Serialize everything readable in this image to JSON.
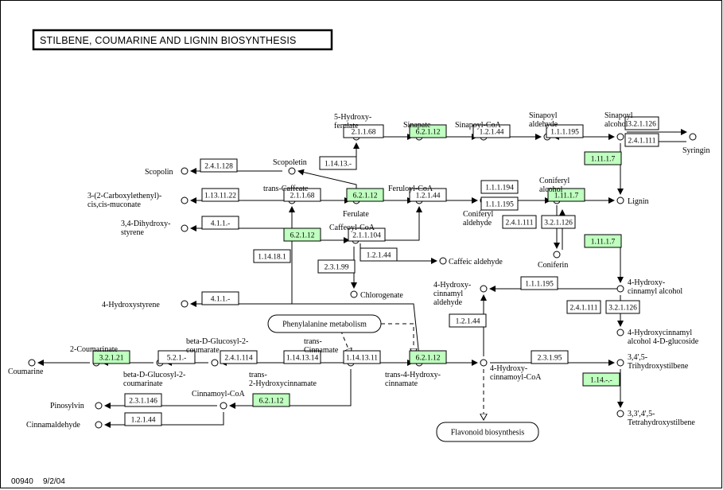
{
  "title": "STILBENE, COUMARINE AND LIGNIN BIOSYNTHESIS",
  "footer": {
    "map_id": "00940",
    "date": "9/2/04"
  },
  "colors": {
    "present_enzyme": "#bfffbf",
    "absent_enzyme": "#ffffff",
    "line": "#000000"
  },
  "enzymes": [
    {
      "id": "e_21168a",
      "label": "2.1.1.68",
      "present": false
    },
    {
      "id": "e_62112a",
      "label": "6.2.1.12",
      "present": true
    },
    {
      "id": "e_12144a",
      "label": "1.2.1.44",
      "present": false
    },
    {
      "id": "e_111195a",
      "label": "1.1.1.195",
      "present": false
    },
    {
      "id": "e_321126a",
      "label": "3.2.1.126",
      "present": false
    },
    {
      "id": "e_241111a",
      "label": "2.4.1.111",
      "present": false
    },
    {
      "id": "e_11117a",
      "label": "1.11.1.7",
      "present": true
    },
    {
      "id": "e_11413",
      "label": "1.14.13.-",
      "present": false
    },
    {
      "id": "e_241128",
      "label": "2.4.1.128",
      "present": false
    },
    {
      "id": "e_113122",
      "label": "1.13.11.22",
      "present": false
    },
    {
      "id": "e_21168b",
      "label": "2.1.1.68",
      "present": false
    },
    {
      "id": "e_62112b",
      "label": "6.2.1.12",
      "present": true
    },
    {
      "id": "e_12144b",
      "label": "1.2.1.44",
      "present": false
    },
    {
      "id": "e_111194",
      "label": "1.1.1.194",
      "present": false
    },
    {
      "id": "e_111195b",
      "label": "1.1.1.195",
      "present": false
    },
    {
      "id": "e_11117b",
      "label": "1.11.1.7",
      "present": true
    },
    {
      "id": "e_241111b",
      "label": "2.4.1.111",
      "present": false
    },
    {
      "id": "e_321126b",
      "label": "3.2.1.126",
      "present": false
    },
    {
      "id": "e_411a",
      "label": "4.1.1.-",
      "present": false
    },
    {
      "id": "e_62112c",
      "label": "6.2.1.12",
      "present": true
    },
    {
      "id": "e_211104",
      "label": "2.1.1.104",
      "present": false
    },
    {
      "id": "e_12144c",
      "label": "1.2.1.44",
      "present": false
    },
    {
      "id": "e_11117c",
      "label": "1.11.1.7",
      "present": true
    },
    {
      "id": "e_114181",
      "label": "1.14.18.1",
      "present": false
    },
    {
      "id": "e_23199",
      "label": "2.3.1.99",
      "present": false
    },
    {
      "id": "e_111195c",
      "label": "1.1.1.195",
      "present": false
    },
    {
      "id": "e_411b",
      "label": "4.1.1.-",
      "present": false
    },
    {
      "id": "e_241111c",
      "label": "2.4.1.111",
      "present": false
    },
    {
      "id": "e_321126c",
      "label": "3.2.1.126",
      "present": false
    },
    {
      "id": "e_12144d",
      "label": "1.2.1.44",
      "present": false
    },
    {
      "id": "e_32121",
      "label": "3.2.1.21",
      "present": true
    },
    {
      "id": "e_521",
      "label": "5.2.1.-",
      "present": false
    },
    {
      "id": "e_241114",
      "label": "2.4.1.114",
      "present": false
    },
    {
      "id": "e_1141314",
      "label": "1.14.13.14",
      "present": false
    },
    {
      "id": "e_1141311",
      "label": "1.14.13.11",
      "present": false
    },
    {
      "id": "e_62112d",
      "label": "6.2.1.12",
      "present": true
    },
    {
      "id": "e_23195",
      "label": "2.3.1.95",
      "present": false
    },
    {
      "id": "e_114",
      "label": "1.14.-.-",
      "present": true
    },
    {
      "id": "e_231146",
      "label": "2.3.1.146",
      "present": false
    },
    {
      "id": "e_62112e",
      "label": "6.2.1.12",
      "present": true
    },
    {
      "id": "e_12144e",
      "label": "1.2.1.44",
      "present": false
    }
  ],
  "compounds": [
    {
      "id": "c_5oh_ferulate",
      "label": [
        "5-Hydroxy-",
        "ferulate"
      ]
    },
    {
      "id": "c_sinapate",
      "label": [
        "Sinapate"
      ]
    },
    {
      "id": "c_sinapoyl_coa",
      "label": [
        "Sinapoyl-CoA"
      ]
    },
    {
      "id": "c_sinapoyl_aldehyde",
      "label": [
        "Sinapoyl",
        "aldehyde"
      ]
    },
    {
      "id": "c_sinapoyl_alcohol",
      "label": [
        "Sinapoyl",
        "alcohol"
      ]
    },
    {
      "id": "c_syringin",
      "label": [
        "Syringin"
      ]
    },
    {
      "id": "c_scopoletin",
      "label": [
        "Scopoletin"
      ]
    },
    {
      "id": "c_scopolin",
      "label": [
        "Scopolin"
      ]
    },
    {
      "id": "c_carboxyethenyl",
      "label": [
        "3-(2-Carboxylethenyl)-",
        "cis,cis-muconate"
      ]
    },
    {
      "id": "c_dihydroxystyrene",
      "label": [
        "3,4-Dihydroxy-",
        "styrene"
      ]
    },
    {
      "id": "c_trans_caffeate",
      "label": [
        "trans-Caffeate"
      ]
    },
    {
      "id": "c_ferulate",
      "label": [
        "Ferulate"
      ]
    },
    {
      "id": "c_feruloyl_coa",
      "label": [
        "Feruloyl-CoA"
      ]
    },
    {
      "id": "c_coniferyl_aldehyde",
      "label": [
        "Coniferyl",
        "aldehyde"
      ]
    },
    {
      "id": "c_coniferyl_alcohol",
      "label": [
        "Coniferyl",
        "alcohol"
      ]
    },
    {
      "id": "c_lignin",
      "label": [
        "Lignin"
      ]
    },
    {
      "id": "c_coniferin",
      "label": [
        "Coniferin"
      ]
    },
    {
      "id": "c_caffeoyl_coa",
      "label": [
        "Caffeoyl-CoA"
      ]
    },
    {
      "id": "c_caffeic_aldehyde",
      "label": [
        "Caffeic aldehyde"
      ]
    },
    {
      "id": "c_chlorogenate",
      "label": [
        "Chlorogenate"
      ]
    },
    {
      "id": "c_4oh_styrene",
      "label": [
        "4-Hydroxystyrene"
      ]
    },
    {
      "id": "c_4oh_cinnamyl_aldehyde",
      "label": [
        "4-Hydroxy-",
        "cinnamyl",
        "aldehyde"
      ]
    },
    {
      "id": "c_4oh_cinnamyl_alcohol",
      "label": [
        "4-Hydroxy-",
        "cinnamyl alcohol"
      ]
    },
    {
      "id": "c_4oh_cinnamyl_glucoside",
      "label": [
        "4-Hydroxycinnamyl",
        "alcohol 4-D-glucoside"
      ]
    },
    {
      "id": "c_2_coumarinate",
      "label": [
        "2-Coumarinate"
      ]
    },
    {
      "id": "c_coumarine",
      "label": [
        "Coumarine"
      ]
    },
    {
      "id": "c_bdg2_coumarate",
      "label": [
        "beta-D-Glucosyl-2-",
        "coumarate"
      ]
    },
    {
      "id": "c_bdg2_coumarinate",
      "label": [
        "beta-D-Glucosyl-2-",
        "coumarinate"
      ]
    },
    {
      "id": "c_trans_2oh",
      "label": [
        "trans-",
        "2-Hydroxycinnamate"
      ]
    },
    {
      "id": "c_trans_cinnamate",
      "label": [
        "trans-",
        "Cinnamate"
      ]
    },
    {
      "id": "c_trans_4oh",
      "label": [
        "trans-4-Hydroxy-",
        "cinnamate"
      ]
    },
    {
      "id": "c_4oh_cinnamoyl_coa",
      "label": [
        "4-Hydroxy-",
        "cinnamoyl-CoA"
      ]
    },
    {
      "id": "c_trihydroxystilbene",
      "label": [
        "3,4',5-",
        "Trihydroxystilbene"
      ]
    },
    {
      "id": "c_tetrahydroxystilbene",
      "label": [
        "3,3',4',5-",
        "Tetrahydroxystilbene"
      ]
    },
    {
      "id": "c_pinosylvin",
      "label": [
        "Pinosylvin"
      ]
    },
    {
      "id": "c_cinnamaldehyde",
      "label": [
        "Cinnamaldehyde"
      ]
    },
    {
      "id": "c_cinnamoyl_coa",
      "label": [
        "Cinnamoyl-CoA"
      ]
    }
  ],
  "maps": [
    {
      "id": "m_phe",
      "label": "Phenylalanine metabolism"
    },
    {
      "id": "m_flav",
      "label": "Flavonoid biosynthesis"
    }
  ]
}
